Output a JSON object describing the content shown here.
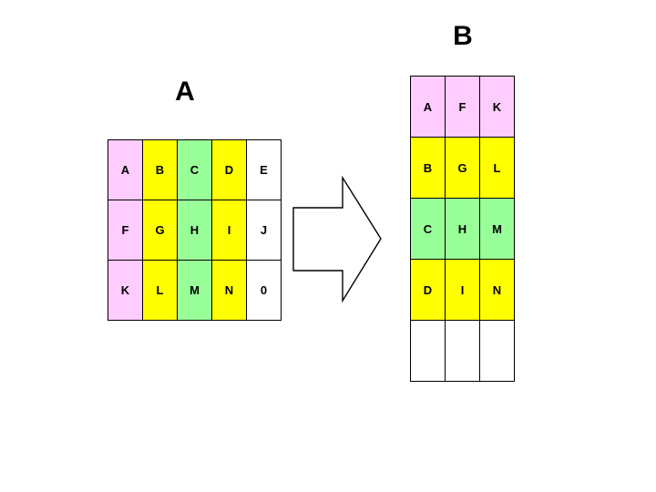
{
  "diagram": {
    "type": "matrix-transpose-illustration",
    "background_color": "#ffffff",
    "palette": {
      "pink": "#ffccff",
      "yellow": "#ffff00",
      "green": "#99ff99",
      "white": "#ffffff",
      "border": "#000000",
      "text": "#000000"
    }
  },
  "source": {
    "title": "A",
    "rows": 3,
    "cols": 5,
    "cells": [
      [
        {
          "text": "A",
          "fill": "pink"
        },
        {
          "text": "B",
          "fill": "yellow"
        },
        {
          "text": "C",
          "fill": "green"
        },
        {
          "text": "D",
          "fill": "yellow"
        },
        {
          "text": "E",
          "fill": "white"
        }
      ],
      [
        {
          "text": "F",
          "fill": "pink"
        },
        {
          "text": "G",
          "fill": "yellow"
        },
        {
          "text": "H",
          "fill": "green"
        },
        {
          "text": "I",
          "fill": "yellow"
        },
        {
          "text": "J",
          "fill": "white"
        }
      ],
      [
        {
          "text": "K",
          "fill": "pink"
        },
        {
          "text": "L",
          "fill": "yellow"
        },
        {
          "text": "M",
          "fill": "green"
        },
        {
          "text": "N",
          "fill": "yellow"
        },
        {
          "text": "0",
          "fill": "white"
        }
      ]
    ]
  },
  "arrow": {
    "icon": "block-arrow-right-icon",
    "direction": "right",
    "style": "outline"
  },
  "result": {
    "title": "B",
    "rows": 5,
    "cols": 3,
    "cells": [
      [
        {
          "text": "A",
          "fill": "pink"
        },
        {
          "text": "F",
          "fill": "pink"
        },
        {
          "text": "K",
          "fill": "pink"
        }
      ],
      [
        {
          "text": "B",
          "fill": "yellow"
        },
        {
          "text": "G",
          "fill": "yellow"
        },
        {
          "text": "L",
          "fill": "yellow"
        }
      ],
      [
        {
          "text": "C",
          "fill": "green"
        },
        {
          "text": "H",
          "fill": "green"
        },
        {
          "text": "M",
          "fill": "green"
        }
      ],
      [
        {
          "text": "D",
          "fill": "yellow"
        },
        {
          "text": "I",
          "fill": "yellow"
        },
        {
          "text": "N",
          "fill": "yellow"
        }
      ],
      [
        {
          "text": "",
          "fill": "white"
        },
        {
          "text": "",
          "fill": "white"
        },
        {
          "text": "",
          "fill": "white"
        }
      ]
    ]
  }
}
